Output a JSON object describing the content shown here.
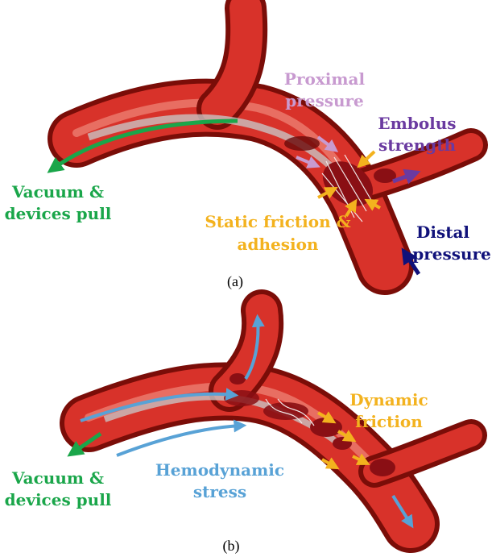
{
  "panel_a": {
    "caption": "(a)",
    "labels": {
      "vacuum_line1": "Vacuum &",
      "vacuum_line2": "devices pull",
      "proximal_line1": "Proximal",
      "proximal_line2": "pressure",
      "embolus_line1": "Embolus",
      "embolus_line2": "strength",
      "static_line1": "Static friction &",
      "static_line2": "adhesion",
      "distal_line1": "Distal",
      "distal_line2": "pressure"
    }
  },
  "panel_b": {
    "caption": "(b)",
    "labels": {
      "vacuum_line1": "Vacuum &",
      "vacuum_line2": "devices pull",
      "hemo_line1": "Hemodynamic",
      "hemo_line2": "stress",
      "dynamic_line1": "Dynamic",
      "dynamic_line2": "friction"
    }
  },
  "colors": {
    "vessel_dark": "#7a0d08",
    "vessel_mid": "#d8322a",
    "vessel_light": "#f0877a",
    "clot": "#8a0f14",
    "green": "#1aa64a",
    "lilac": "#c89ad0",
    "purple": "#6a3aa0",
    "navy": "#10117a",
    "yellow": "#f3b21e",
    "blue": "#58a2d6"
  }
}
